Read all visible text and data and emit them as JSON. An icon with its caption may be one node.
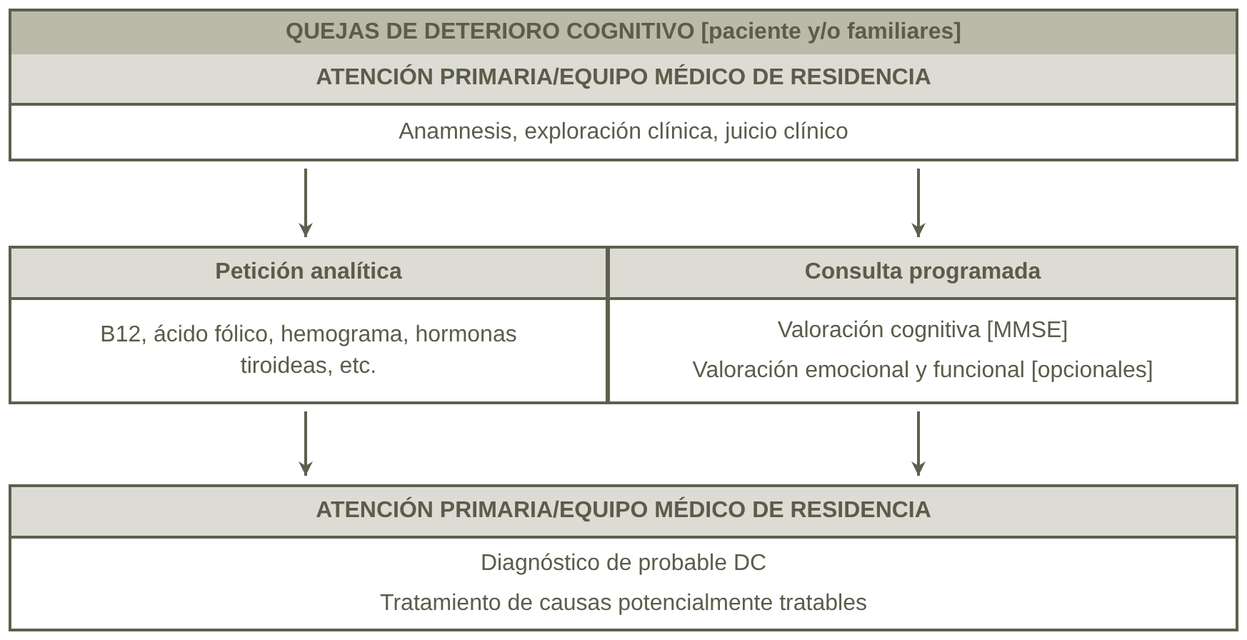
{
  "diagram": {
    "nodes": [
      {
        "text": [
          "QUEJAS DE DETERIORO COGNITIVO [paciente y/o familiares]",
          "ATENCIÓN PRIMARIA/EQUIPO MÉDICO DE RESIDENCIA",
          "Anamnesis, exploración clínica, juicio clínico"
        ]
      },
      {
        "text": [
          "Petición analítica",
          "B12, ácido fólico, hemograma, hormonas tiroideas, etc."
        ]
      },
      {
        "text": [
          "Consulta programada",
          "Valoración cognitiva [MMSE]",
          "Valoración emocional y funcional [opcionales]"
        ]
      },
      {
        "text": [
          "ATENCIÓN PRIMARIA/EQUIPO MÉDICO DE RESIDENCIA",
          "Diagnóstico de probable DC",
          "Tratamiento de causas potencialmente tratables"
        ]
      }
    ],
    "edges": [
      {
        "from": 0,
        "to": 1,
        "arrow": "to"
      },
      {
        "from": 0,
        "to": 2,
        "arrow": "to"
      },
      {
        "from": 1,
        "to": 3,
        "arrow": "to"
      },
      {
        "from": 2,
        "to": 3,
        "arrow": "to"
      }
    ]
  }
}
